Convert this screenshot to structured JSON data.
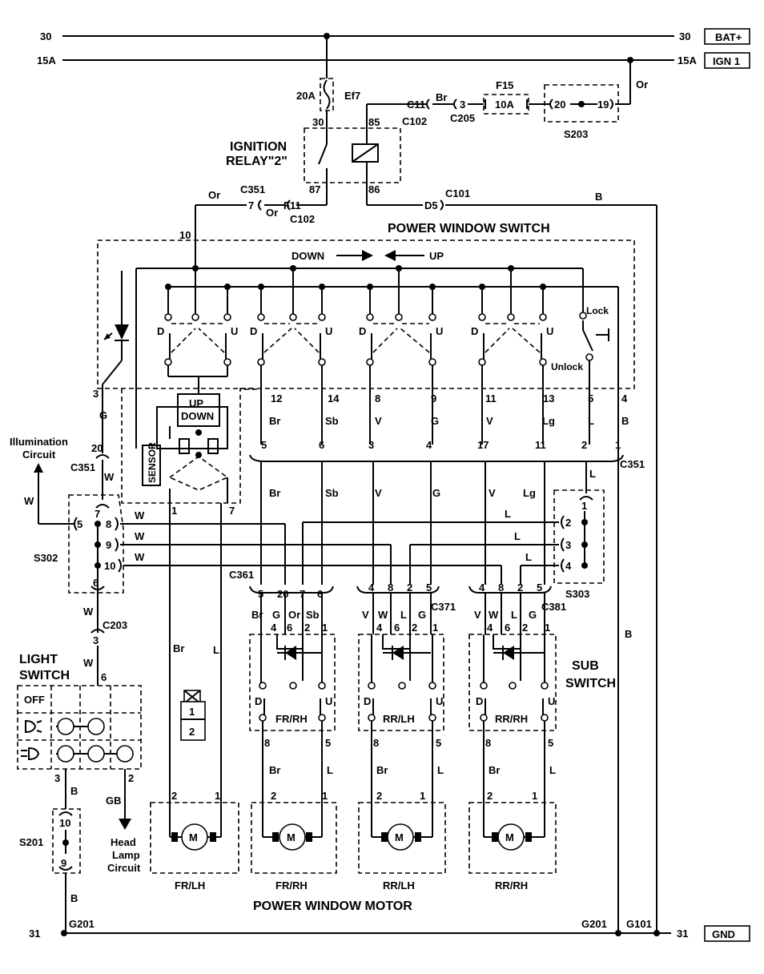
{
  "rails": {
    "b30_left": "30",
    "b30_right": "30",
    "bat": "BAT+",
    "ign_left": "15A",
    "ign_right": "15A",
    "ign": "IGN 1",
    "gnd_left": "31",
    "gnd_right": "31",
    "gnd": "GND"
  },
  "fuse_ef7": {
    "rating": "20A",
    "name": "Ef7"
  },
  "relay": {
    "title1": "IGNITION",
    "title2": "RELAY\"2\"",
    "p30": "30",
    "p85": "85",
    "p87": "87",
    "p86": "86"
  },
  "feed": {
    "c11": "C11",
    "br": "Br",
    "c102a": "C102",
    "p3": "3",
    "c205": "C205",
    "f15": "F15",
    "f15_rating": "10A",
    "p20": "20",
    "p19": "19",
    "s203": "S203",
    "or1": "Or",
    "or2": "Or",
    "c351a": "C351",
    "p7": "7",
    "or3": "Or",
    "f11": "F11",
    "c102b": "C102",
    "d5": "D5",
    "c101": "C101",
    "b1": "B",
    "p10": "10"
  },
  "pws": {
    "title": "POWER WINDOW SWITCH",
    "down": "DOWN",
    "up": "UP",
    "d": "D",
    "u": "U",
    "lock": "Lock",
    "unlock": "Unlock",
    "updown1": "UP",
    "updown2": "DOWN",
    "sensor": "SENSOR",
    "p3": "3",
    "g": "G",
    "p1": "1",
    "p7": "7",
    "pins_top": [
      "12",
      "14",
      "8",
      "9",
      "11",
      "13",
      "5",
      "4"
    ],
    "wires": [
      "Br",
      "Sb",
      "V",
      "G",
      "V",
      "Lg",
      "L",
      "B"
    ],
    "pins_bot": [
      "5",
      "6",
      "3",
      "4",
      "17",
      "11",
      "2",
      "1"
    ],
    "c351": "C351"
  },
  "lower_wires": [
    "Br",
    "Sb",
    "V",
    "G",
    "V",
    "Lg",
    "L"
  ],
  "s302": {
    "illum1": "Illumination",
    "illum2": "Circuit",
    "p20": "20",
    "c351": "C351",
    "w": "W",
    "p7": "7",
    "p5": "5",
    "p8": "8",
    "p9": "9",
    "p10": "10",
    "p6": "6",
    "name": "S302",
    "w1": "W",
    "w2": "W",
    "w3": "W",
    "w4": "W"
  },
  "s303": {
    "p1": "1",
    "p2": "2",
    "p3": "3",
    "p4": "4",
    "name": "S303",
    "l1": "L",
    "l2": "L",
    "l3": "L",
    "l4": "L"
  },
  "connectors": {
    "c361": "C361",
    "c361_pins": [
      "5",
      "20",
      "7",
      "6"
    ],
    "c371": "C371",
    "c371_pins": [
      "4",
      "8",
      "2",
      "5"
    ],
    "c381": "C381",
    "c381_pins": [
      "4",
      "8",
      "2",
      "5"
    ]
  },
  "subs": [
    {
      "name": "FR/RH",
      "wires": [
        "Br",
        "G",
        "Or",
        "Sb"
      ],
      "pins": [
        "4",
        "6",
        "2",
        "1"
      ],
      "out": [
        "8",
        "5"
      ],
      "outw": [
        "Br",
        "L"
      ],
      "motor": [
        "2",
        "1"
      ],
      "mname": "FR/RH"
    },
    {
      "name": "RR/LH",
      "wires": [
        "V",
        "W",
        "L",
        "G"
      ],
      "pins": [
        "4",
        "6",
        "2",
        "1"
      ],
      "out": [
        "8",
        "5"
      ],
      "outw": [
        "Br",
        "L"
      ],
      "motor": [
        "2",
        "1"
      ],
      "mname": "RR/LH"
    },
    {
      "name": "RR/RH",
      "wires": [
        "V",
        "W",
        "L",
        "G"
      ],
      "pins": [
        "4",
        "6",
        "2",
        "1"
      ],
      "out": [
        "8",
        "5"
      ],
      "outw": [
        "Br",
        "L"
      ],
      "motor": [
        "2",
        "1"
      ],
      "mname": "RR/RH"
    }
  ],
  "sub_switch": {
    "l1": "SUB",
    "l2": "SWITCH",
    "d": "D",
    "u": "U"
  },
  "frlh": {
    "br": "Br",
    "l": "L",
    "c1": "1",
    "c2": "2",
    "m2": "2",
    "m1": "1",
    "name": "FR/LH",
    "b_right": "B"
  },
  "light_switch": {
    "title1": "LIGHT",
    "title2": "SWITCH",
    "c203": "C203",
    "p3": "3",
    "w": "W",
    "p6": "6",
    "off": "OFF",
    "p3b": "3",
    "p2": "2",
    "b": "B",
    "gb": "GB",
    "head1": "Head",
    "head2": "Lamp",
    "head3": "Circuit"
  },
  "s201": {
    "p10": "10",
    "p9": "9",
    "name": "S201",
    "b": "B",
    "g201a": "G201"
  },
  "bottom": {
    "title": "POWER WINDOW MOTOR",
    "g201b": "G201",
    "g101": "G101",
    "motor": "M"
  }
}
